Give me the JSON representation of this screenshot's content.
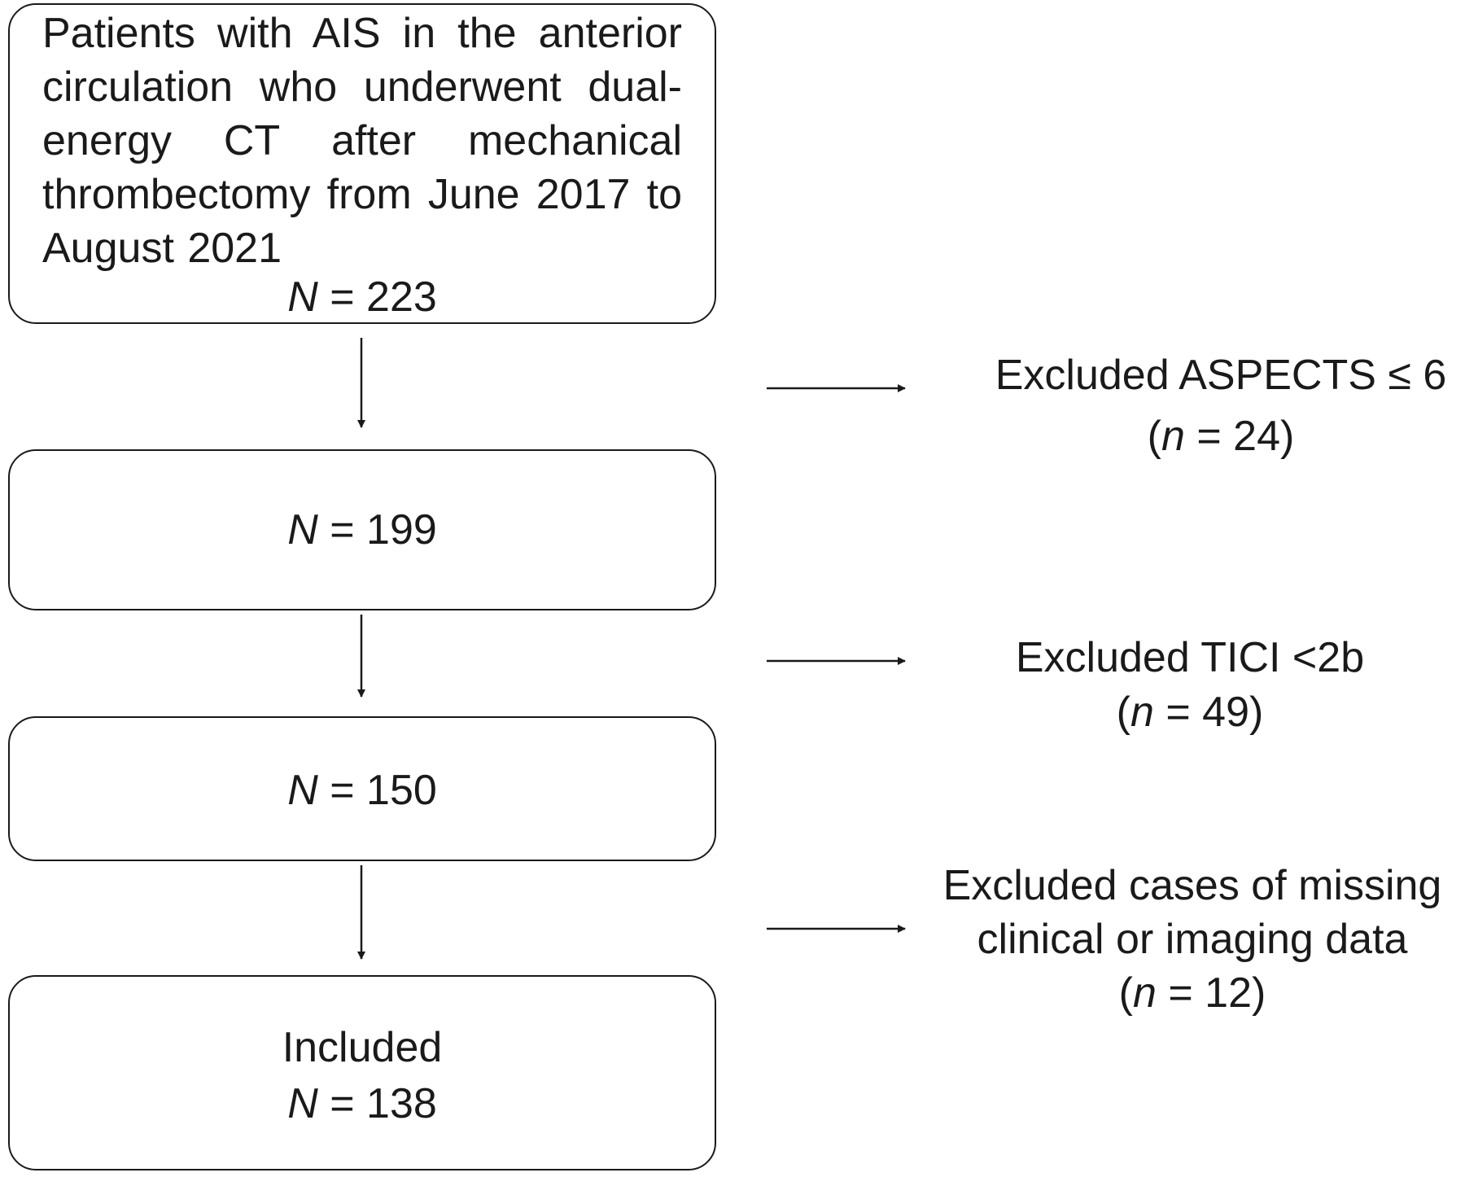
{
  "flow": {
    "start": {
      "text": "Patients with AIS in the anterior circulation who underwent dual-energy CT after mechanical thrombectomy from June 2017 to August 2021",
      "n_symbol": "N",
      "n_value": "= 223"
    },
    "step2": {
      "n_symbol": "N",
      "n_value": "= 199"
    },
    "step3": {
      "n_symbol": "N",
      "n_value": "= 150"
    },
    "final": {
      "label": "Included",
      "n_symbol": "N",
      "n_value": "= 138"
    }
  },
  "exclusions": [
    {
      "reason": "Excluded ASPECTS ≤ 6",
      "n_prefix": "(",
      "n_symbol": "n",
      "n_value": " = 24)"
    },
    {
      "reason": "Excluded TICI <2b",
      "n_prefix": "(",
      "n_symbol": "n",
      "n_value": " = 49)"
    },
    {
      "reason_line1": "Excluded cases of missing",
      "reason_line2": "clinical or imaging data",
      "n_prefix": "(",
      "n_symbol": "n",
      "n_value": " = 12)"
    }
  ]
}
